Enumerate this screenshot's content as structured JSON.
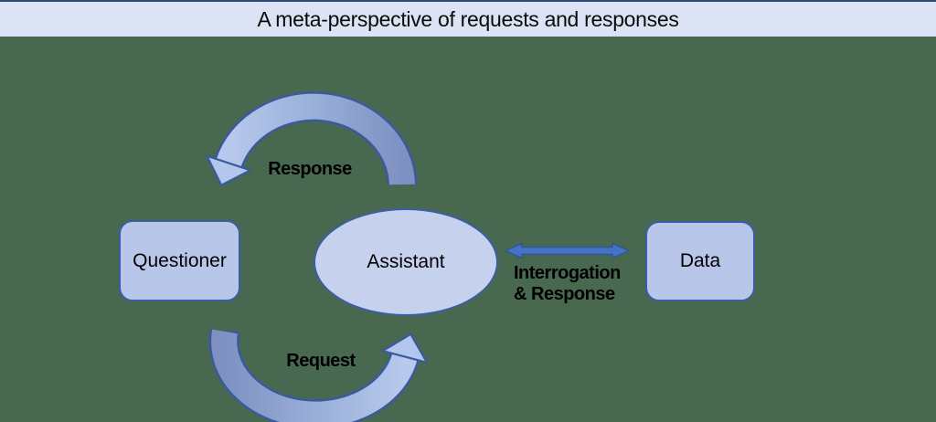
{
  "title_bar": {
    "title": "A meta-perspective of requests and responses"
  },
  "nodes": {
    "questioner": {
      "label": "Questioner",
      "shape": "rounded-rectangle"
    },
    "assistant": {
      "label": "Assistant",
      "shape": "ellipse"
    },
    "data": {
      "label": "Data",
      "shape": "rounded-rectangle"
    }
  },
  "edges": {
    "response": {
      "label": "Response",
      "from": "assistant",
      "to": "questioner",
      "style": "curved-block-arrow"
    },
    "request": {
      "label": "Request",
      "from": "questioner",
      "to": "assistant",
      "style": "curved-block-arrow"
    },
    "interrogation_response": {
      "label": "Interrogation\n& Response",
      "from": "assistant",
      "to": "data",
      "style": "double-headed-arrow"
    }
  },
  "colors": {
    "background": "#48684f",
    "title_bar_fill": "#dce3f4",
    "title_bar_border": "#2a4a73",
    "node_fill": "#b8c6e9",
    "ellipse_fill": "#c5d1ed",
    "node_border": "#3c5ca4",
    "block_arrow_dark": "#7e91c2",
    "block_arrow_light": "#b7c9ec",
    "block_arrow_outline": "#3a5a9f",
    "double_arrow_fill": "#4472c4",
    "double_arrow_outline": "#2f5597",
    "text": "#000000"
  }
}
